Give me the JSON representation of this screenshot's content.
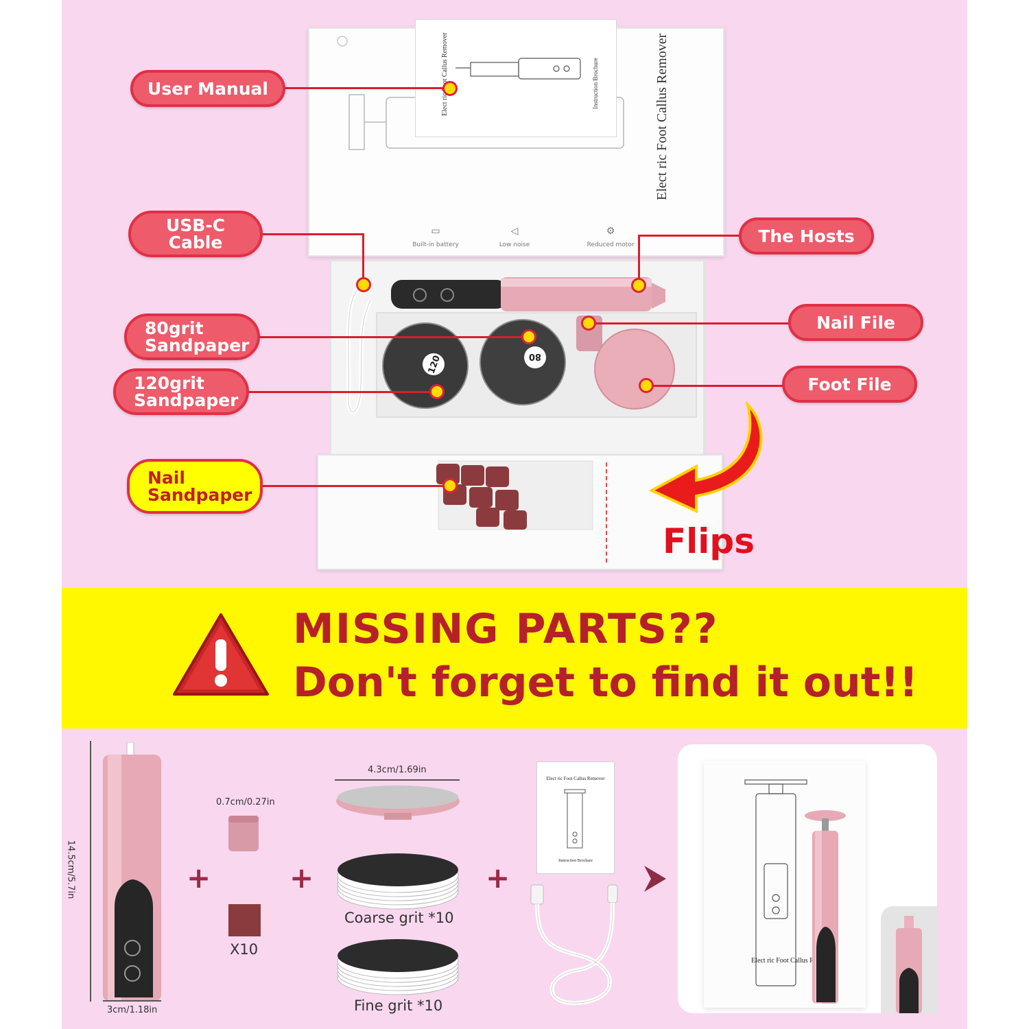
{
  "manual_text": {
    "title": "Elect ric Foot Callus Remover",
    "subtitle": "Instruction Brochure"
  },
  "features": [
    "Built-in battery",
    "Low noise",
    "Reduced motor"
  ],
  "labels": {
    "user_manual": "User Manual",
    "usb_c_cable": "USB-C\nCable",
    "the_hosts": "The Hosts",
    "nail_file": "Nail File",
    "grit80_sandpaper": "80grit\nSandpaper",
    "foot_file": "Foot File",
    "grit120_sandpaper": "120grit\nSandpaper",
    "nail_sandpaper": "Nail\nSandpaper"
  },
  "disc_marks": {
    "grit120": "120",
    "grit80": "80"
  },
  "flips": "Flips",
  "banner": {
    "line1": "MISSING PARTS??",
    "line2": "Don't forget to find it out!!"
  },
  "dimensions": {
    "host_height": "14.5cm/5.7in",
    "host_width": "3cm/1.18in",
    "nail_file_width": "0.7cm/0.27in",
    "disc_diameter": "4.3cm/1.69in"
  },
  "parts": {
    "nail_sandpaper_count": "X10",
    "coarse_grit": "Coarse grit *10",
    "fine_grit": "Fine grit *10"
  },
  "result_card": {
    "box_text": "Elect ric Foot Callus Remover"
  },
  "colors": {
    "background_pink": "#f8d7ef",
    "banner_yellow": "#fff800",
    "label_red": "#ee5b6b",
    "accent_red": "#d81e2e",
    "device_pink": "#e7a9b6"
  }
}
